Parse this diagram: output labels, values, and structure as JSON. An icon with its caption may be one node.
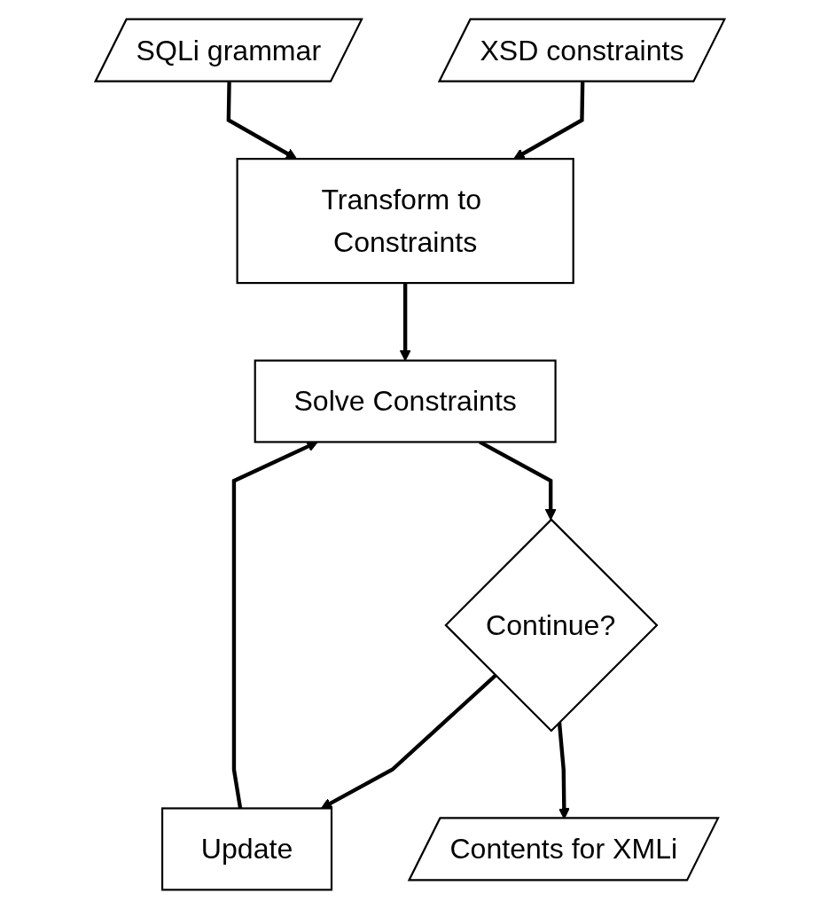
{
  "diagram": {
    "nodes": [
      {
        "text": [
          "XSD constraints"
        ]
      },
      {
        "text": [
          "SQLi grammar"
        ]
      },
      {
        "text": [
          "Transform to Constraints"
        ]
      },
      {
        "text": [
          "Solve Constraints"
        ]
      },
      {
        "text": [
          "Update"
        ]
      },
      {
        "text": [
          "Continue?"
        ]
      },
      {
        "text": [
          "Contents for XMLi"
        ]
      }
    ],
    "edges": [
      {
        "from": 0,
        "to": 2,
        "arrow": "to"
      },
      {
        "from": 1,
        "to": 2,
        "arrow": "to"
      },
      {
        "from": 2,
        "to": 3,
        "arrow": "to"
      },
      {
        "from": 3,
        "to": 5,
        "arrow": "to"
      },
      {
        "from": 5,
        "to": 4,
        "arrow": "to"
      },
      {
        "from": 4,
        "to": 3,
        "arrow": "to"
      },
      {
        "from": 5,
        "to": 6,
        "arrow": "to"
      }
    ]
  }
}
